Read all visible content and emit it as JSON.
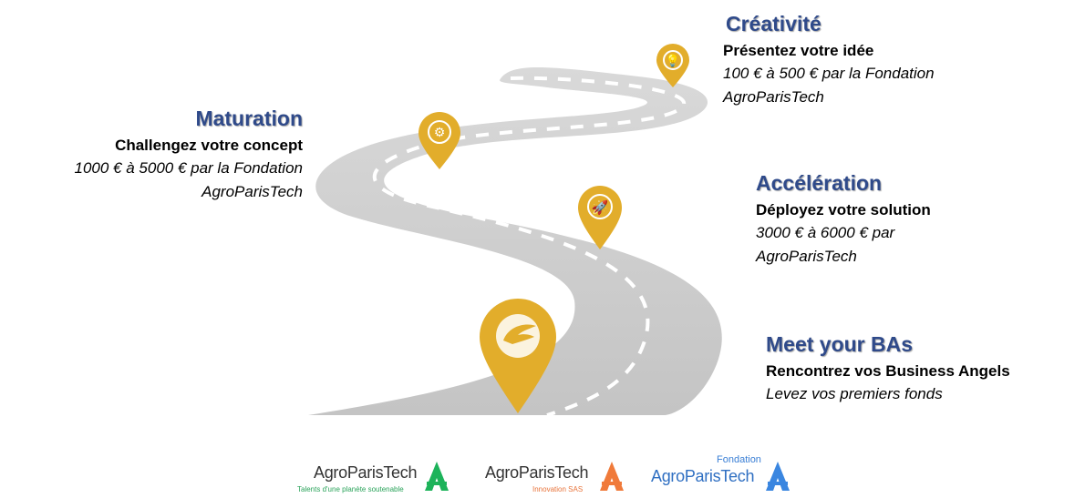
{
  "stages": [
    {
      "key": "creativite",
      "title": "Créativité",
      "subtitle": "Présentez votre idée",
      "desc_line1": "100 € à 500 € par la Fondation",
      "desc_line2": "AgroParisTech"
    },
    {
      "key": "maturation",
      "title": "Maturation",
      "subtitle": "Challengez votre concept",
      "desc_line1": "1000 € à 5000 € par la Fondation",
      "desc_line2": "AgroParisTech"
    },
    {
      "key": "acceleration",
      "title": "Accélération",
      "subtitle": "Déployez votre solution",
      "desc_line1": "3000 € à 6000 € par",
      "desc_line2": "AgroParisTech"
    },
    {
      "key": "meet",
      "title": "Meet your BAs",
      "subtitle": "Rencontrez vos Business Angels",
      "desc_line1": "Levez vos premiers fonds",
      "desc_line2": ""
    }
  ],
  "pins": [
    {
      "stage": "creativite",
      "icon": "lightbulb-icon"
    },
    {
      "stage": "maturation",
      "icon": "gears-icon"
    },
    {
      "stage": "acceleration",
      "icon": "rocket-icon"
    },
    {
      "stage": "meet",
      "icon": "wing-icon"
    }
  ],
  "logos": [
    {
      "name": "AgroParisTech",
      "tagline": "Talents d'une planète soutenable",
      "color": "#1db35a"
    },
    {
      "name": "AgroParisTech",
      "tagline": "Innovation SAS",
      "color": "#f07a3a"
    },
    {
      "prefix": "Fondation",
      "name": "AgroParisTech",
      "color": "#3a86e0"
    }
  ],
  "colors": {
    "title": "#2f4a8a",
    "pin": "#e2ad2b",
    "road": "#c9c9c9",
    "lane": "#ffffff"
  }
}
